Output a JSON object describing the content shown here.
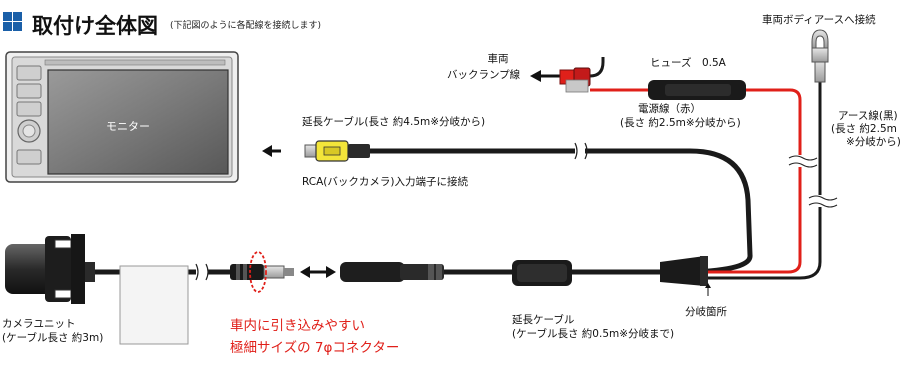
{
  "header": {
    "title": "取付け全体図",
    "subtitle": "(下記図のように各配線を接続します)"
  },
  "labels": {
    "monitor": "モニター",
    "extension_cable_long": "延長ケーブル(長さ 約4.5m※分岐から)",
    "rca_input": "RCA(バックカメラ)入力端子に接続",
    "back_lamp": [
      "車両",
      "バックランプ線"
    ],
    "fuse": "ヒューズ　0.5A",
    "power_line": [
      "電源線（赤）",
      "(長さ 約2.5m※分岐から)"
    ],
    "body_earth": "車両ボディアースへ接続",
    "earth_line": [
      "アース線(黒)",
      "(長さ 約2.5m",
      "※分岐から)"
    ],
    "branch_point": "分岐箇所",
    "extension_cable_short": [
      "延長ケーブル",
      "(ケーブル長さ 約0.5m※分岐まで)"
    ],
    "camera_unit": [
      "カメラユニット",
      "(ケーブル長さ 約3m)"
    ],
    "connector_note": [
      "車内に引き込みやすい",
      "極細サイズの 7φコネクター"
    ]
  },
  "colors": {
    "title_square": "#1a5fa8",
    "cable": "#1a1a1a",
    "power_wire": "#e0201a",
    "rca_yellow": "#f3e53a",
    "note_red": "#e0201a",
    "monitor_body": "#e9e9e9"
  }
}
